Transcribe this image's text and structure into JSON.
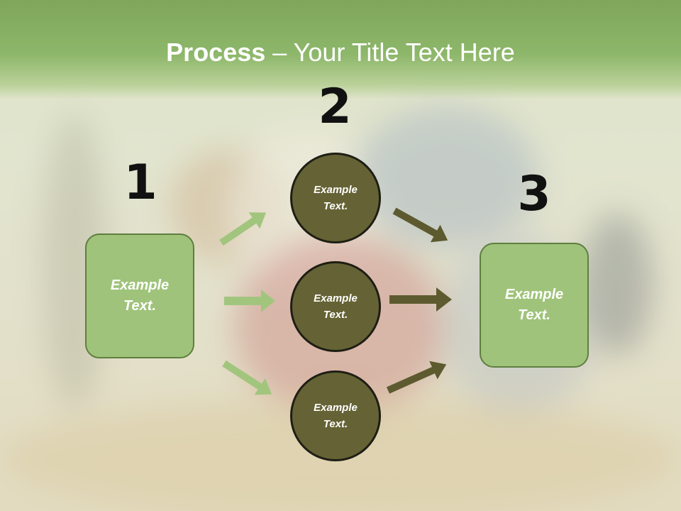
{
  "title": {
    "bold": "Process",
    "rest": " – Your Title Text Here"
  },
  "steps": {
    "one": {
      "number": "1",
      "text": "Example\nText."
    },
    "two": {
      "number": "2",
      "circles": [
        "Example\nText.",
        "Example\nText.",
        "Example\nText."
      ]
    },
    "three": {
      "number": "3",
      "text": "Example\nText."
    }
  },
  "colors": {
    "light_green": "#9fc37a",
    "olive": "#656235",
    "arrow_light": "#a2c57e",
    "arrow_dark": "#5d5a2f"
  }
}
